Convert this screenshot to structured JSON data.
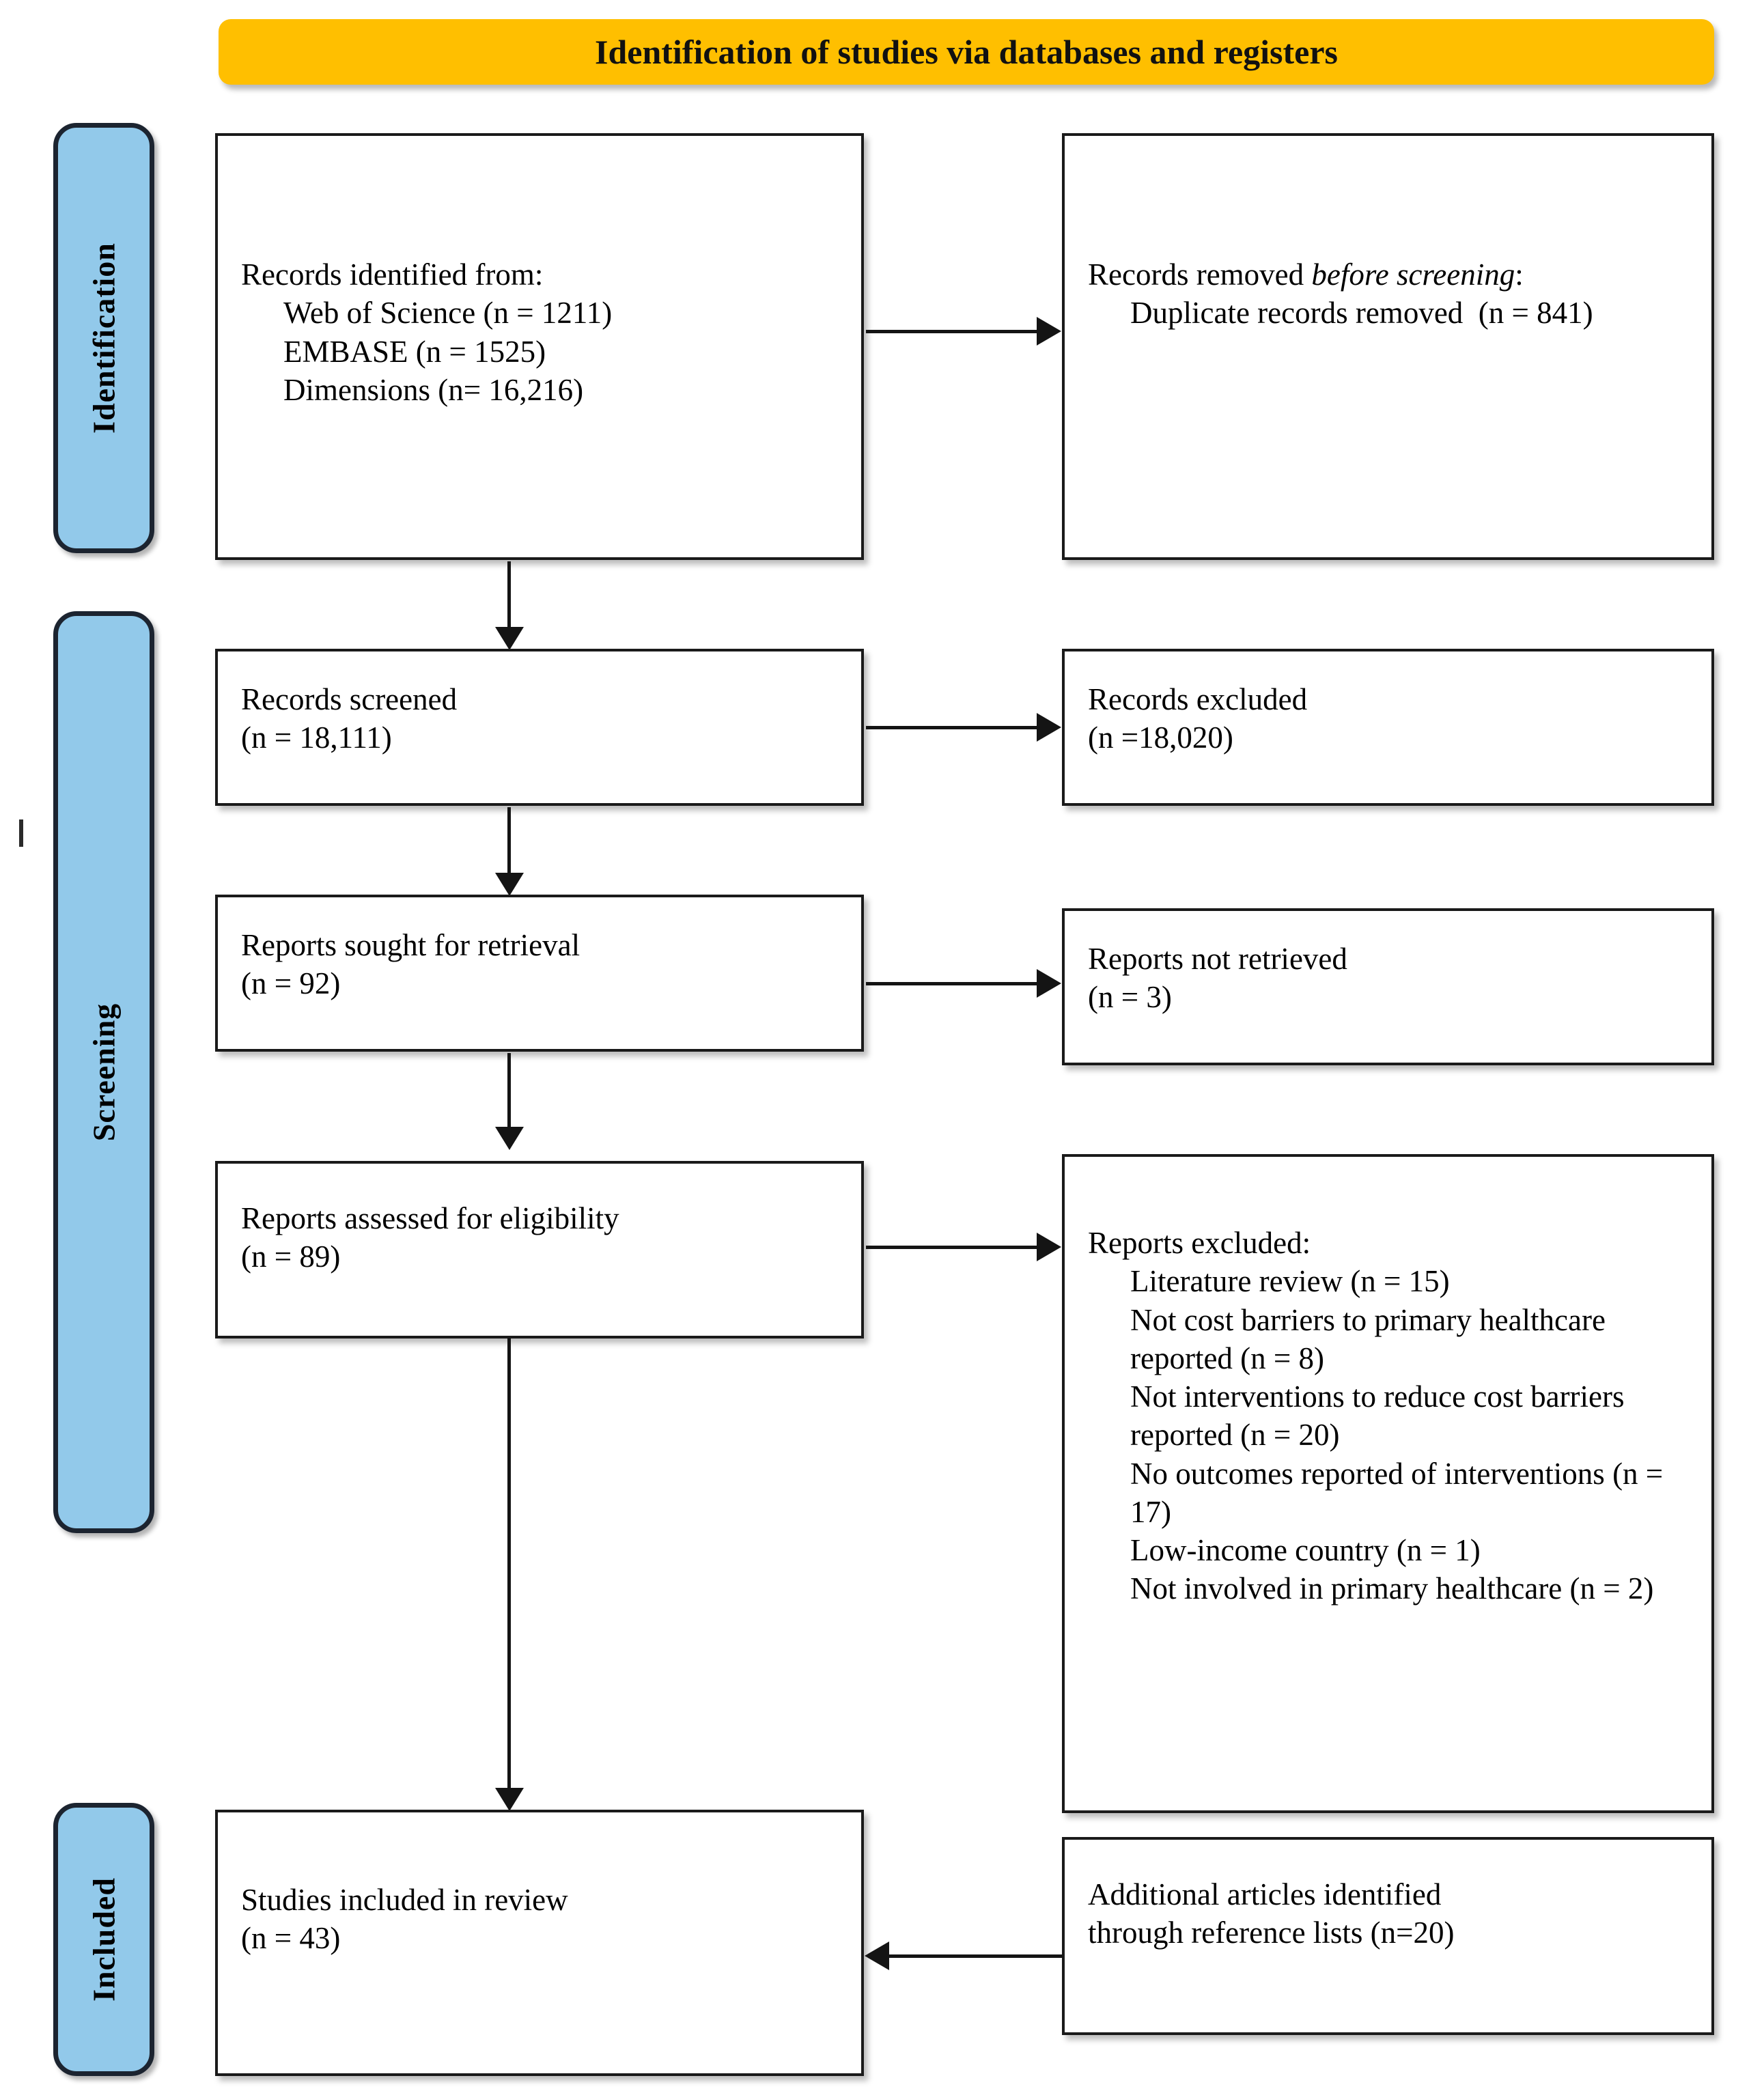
{
  "banner": {
    "title": "Identification of studies via databases and registers"
  },
  "stages": [
    {
      "id": "identification",
      "label": "Identification"
    },
    {
      "id": "screening",
      "label": "Screening"
    },
    {
      "id": "included",
      "label": "Included"
    }
  ],
  "boxes": {
    "records_identified": {
      "heading": "Records identified from:",
      "items": [
        "Web of Science (n = 1211)",
        "EMBASE (n = 1525)",
        "Dimensions (n= 16,216)"
      ]
    },
    "records_removed": {
      "heading_plain": "Records removed ",
      "heading_italic": "before screening",
      "heading_tail": ":",
      "items": [
        "Duplicate records removed  (n = 841)"
      ]
    },
    "records_screened": {
      "line1": "Records screened",
      "line2": "(n = 18,111)"
    },
    "records_excluded": {
      "line1": "Records excluded",
      "line2": "(n =18,020)"
    },
    "reports_sought": {
      "line1": "Reports sought for retrieval",
      "line2": "(n = 92)"
    },
    "reports_not_retrieved": {
      "line1": "Reports not retrieved",
      "line2": "(n = 3)"
    },
    "reports_assessed": {
      "line1": "Reports assessed for eligibility",
      "line2": "(n = 89)"
    },
    "reports_excluded": {
      "heading": "Reports excluded:",
      "items": [
        "Literature review (n = 15)",
        "Not cost barriers to primary healthcare reported (n = 8)",
        "Not interventions to reduce cost barriers reported (n = 20)",
        "No outcomes reported of interventions (n = 17)",
        "Low-income country (n = 1)",
        "Not involved in primary healthcare (n = 2)"
      ]
    },
    "studies_included": {
      "line1": "Studies included in review",
      "line2": "(n = 43)"
    },
    "additional_articles": {
      "line1": "Additional articles identified",
      "line2": "through reference lists (n=20)"
    }
  },
  "chart_data": {
    "type": "flowchart",
    "title": "Identification of studies via databases and registers",
    "stages": [
      "Identification",
      "Screening",
      "Included"
    ],
    "nodes": [
      {
        "id": "records_identified",
        "stage": "Identification",
        "counts": {
          "Web of Science": 1211,
          "EMBASE": 1525,
          "Dimensions": 16216
        }
      },
      {
        "id": "records_removed",
        "stage": "Identification",
        "counts": {
          "Duplicate records removed": 841
        }
      },
      {
        "id": "records_screened",
        "stage": "Screening",
        "n": 18111
      },
      {
        "id": "records_excluded",
        "stage": "Screening",
        "n": 18020
      },
      {
        "id": "reports_sought",
        "stage": "Screening",
        "n": 92
      },
      {
        "id": "reports_not_retrieved",
        "stage": "Screening",
        "n": 3
      },
      {
        "id": "reports_assessed",
        "stage": "Screening",
        "n": 89
      },
      {
        "id": "reports_excluded",
        "stage": "Screening",
        "counts": {
          "Literature review": 15,
          "Not cost barriers to primary healthcare reported": 8,
          "Not interventions to reduce cost barriers reported": 20,
          "No outcomes reported of interventions": 17,
          "Low-income country": 1,
          "Not involved in primary healthcare": 2
        }
      },
      {
        "id": "studies_included",
        "stage": "Included",
        "n": 43
      },
      {
        "id": "additional_articles",
        "stage": "Included",
        "n": 20
      }
    ],
    "edges": [
      {
        "from": "records_identified",
        "to": "records_removed",
        "direction": "right"
      },
      {
        "from": "records_identified",
        "to": "records_screened",
        "direction": "down"
      },
      {
        "from": "records_screened",
        "to": "records_excluded",
        "direction": "right"
      },
      {
        "from": "records_screened",
        "to": "reports_sought",
        "direction": "down"
      },
      {
        "from": "reports_sought",
        "to": "reports_not_retrieved",
        "direction": "right"
      },
      {
        "from": "reports_sought",
        "to": "reports_assessed",
        "direction": "down"
      },
      {
        "from": "reports_assessed",
        "to": "reports_excluded",
        "direction": "right"
      },
      {
        "from": "reports_assessed",
        "to": "studies_included",
        "direction": "down"
      },
      {
        "from": "additional_articles",
        "to": "studies_included",
        "direction": "left"
      }
    ],
    "colors": {
      "banner": "#FFBF00",
      "stage_pill": "#92C9EA",
      "box_border": "#1a1a1a",
      "text": "#000000"
    }
  }
}
